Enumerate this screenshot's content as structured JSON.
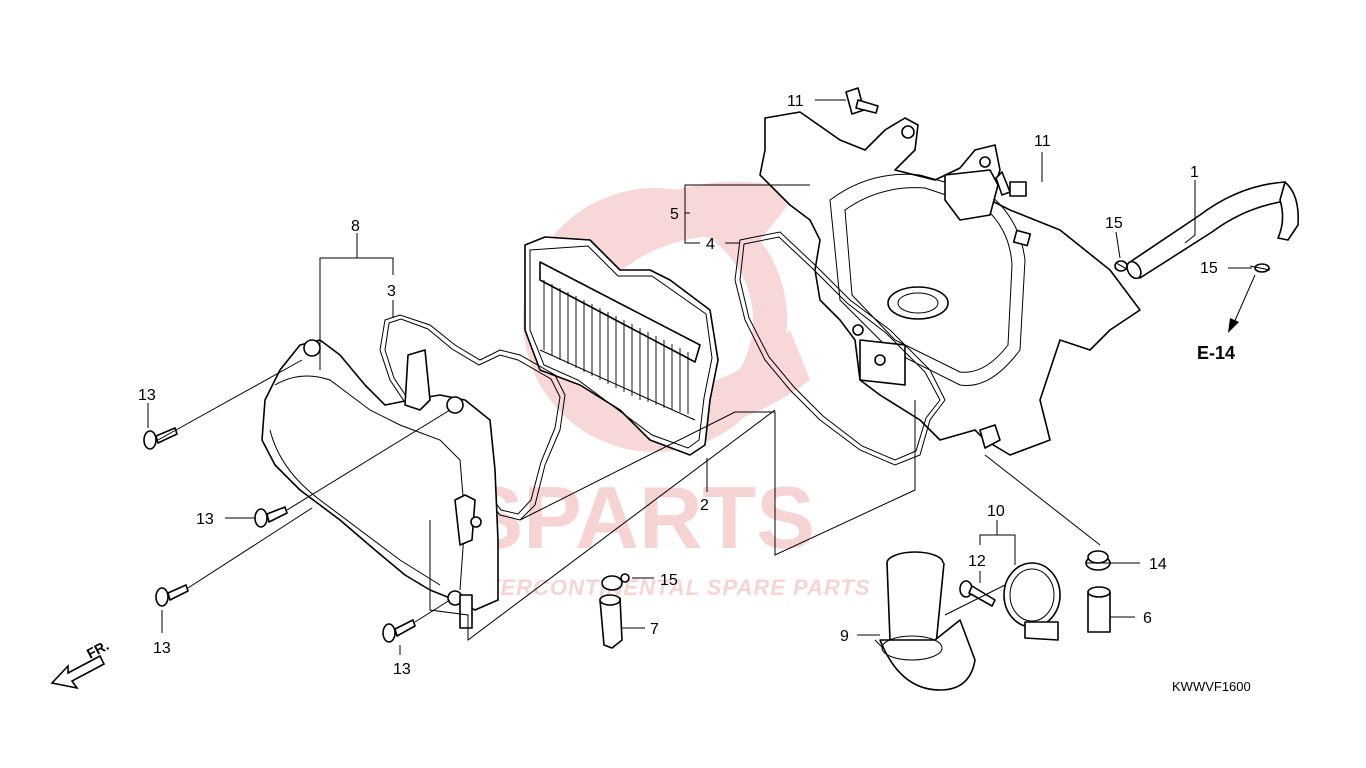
{
  "watermark": {
    "brand": "ISPARTS",
    "tagline": "INTERCONTINENTAL SPARE PARTS",
    "color": "#f2b8b8"
  },
  "callouts": {
    "c1": "1",
    "c2": "2",
    "c3": "3",
    "c4": "4",
    "c5": "5",
    "c6": "6",
    "c7": "7",
    "c8": "8",
    "c9": "9",
    "c10": "10",
    "c11a": "11",
    "c11b": "11",
    "c12": "12",
    "c13a": "13",
    "c13b": "13",
    "c13c": "13",
    "c13d": "13",
    "c14": "14",
    "c15a": "15",
    "c15b": "15",
    "c15c": "15"
  },
  "reference": "E-14",
  "direction": "FR.",
  "diagram_code": "KWWVF1600"
}
